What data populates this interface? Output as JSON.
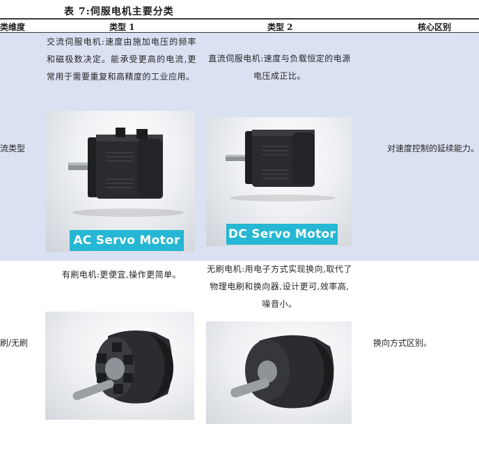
{
  "caption": "表 7:伺服电机主要分类",
  "header": {
    "col_dimension": "类维度",
    "col_type1": "类型 1",
    "col_type2": "类型 2",
    "col_difference": "核心区别"
  },
  "rows": [
    {
      "dimension": "流类型",
      "type1_text": "交流伺服电机:速度由施加电压的频率和磁极数决定。能承受更高的电流,更常用于需要重复和高精度的工业应用。",
      "type1_image_label": "AC Servo Motor",
      "type2_text": "直流伺服电机:速度与负载恒定的电源电压成正比。",
      "type2_image_label": "DC Servo Motor",
      "difference": "对速度控制的延续能力。"
    },
    {
      "dimension": "刷/无刷",
      "type1_text": "有刷电机:更便宜,操作更简单。",
      "type2_text": "无刷电机:用电子方式实现换向,取代了物理电刷和换向器,设计更可,效率高,噪音小。",
      "difference": "换向方式区别。"
    }
  ],
  "colors": {
    "band": "#d9e1f2",
    "tag": "#25b7d3"
  }
}
